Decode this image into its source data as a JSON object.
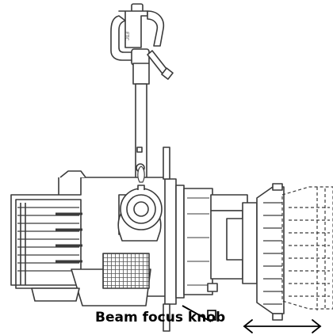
{
  "diagram": {
    "callout_label": "Beam focus knob",
    "clamp_marking": "ETC",
    "line_color": "#3a3a3a",
    "fill_color": "#ffffff",
    "hatch_color": "#555555",
    "arrow_meaning": "double-headed-horizontal"
  }
}
